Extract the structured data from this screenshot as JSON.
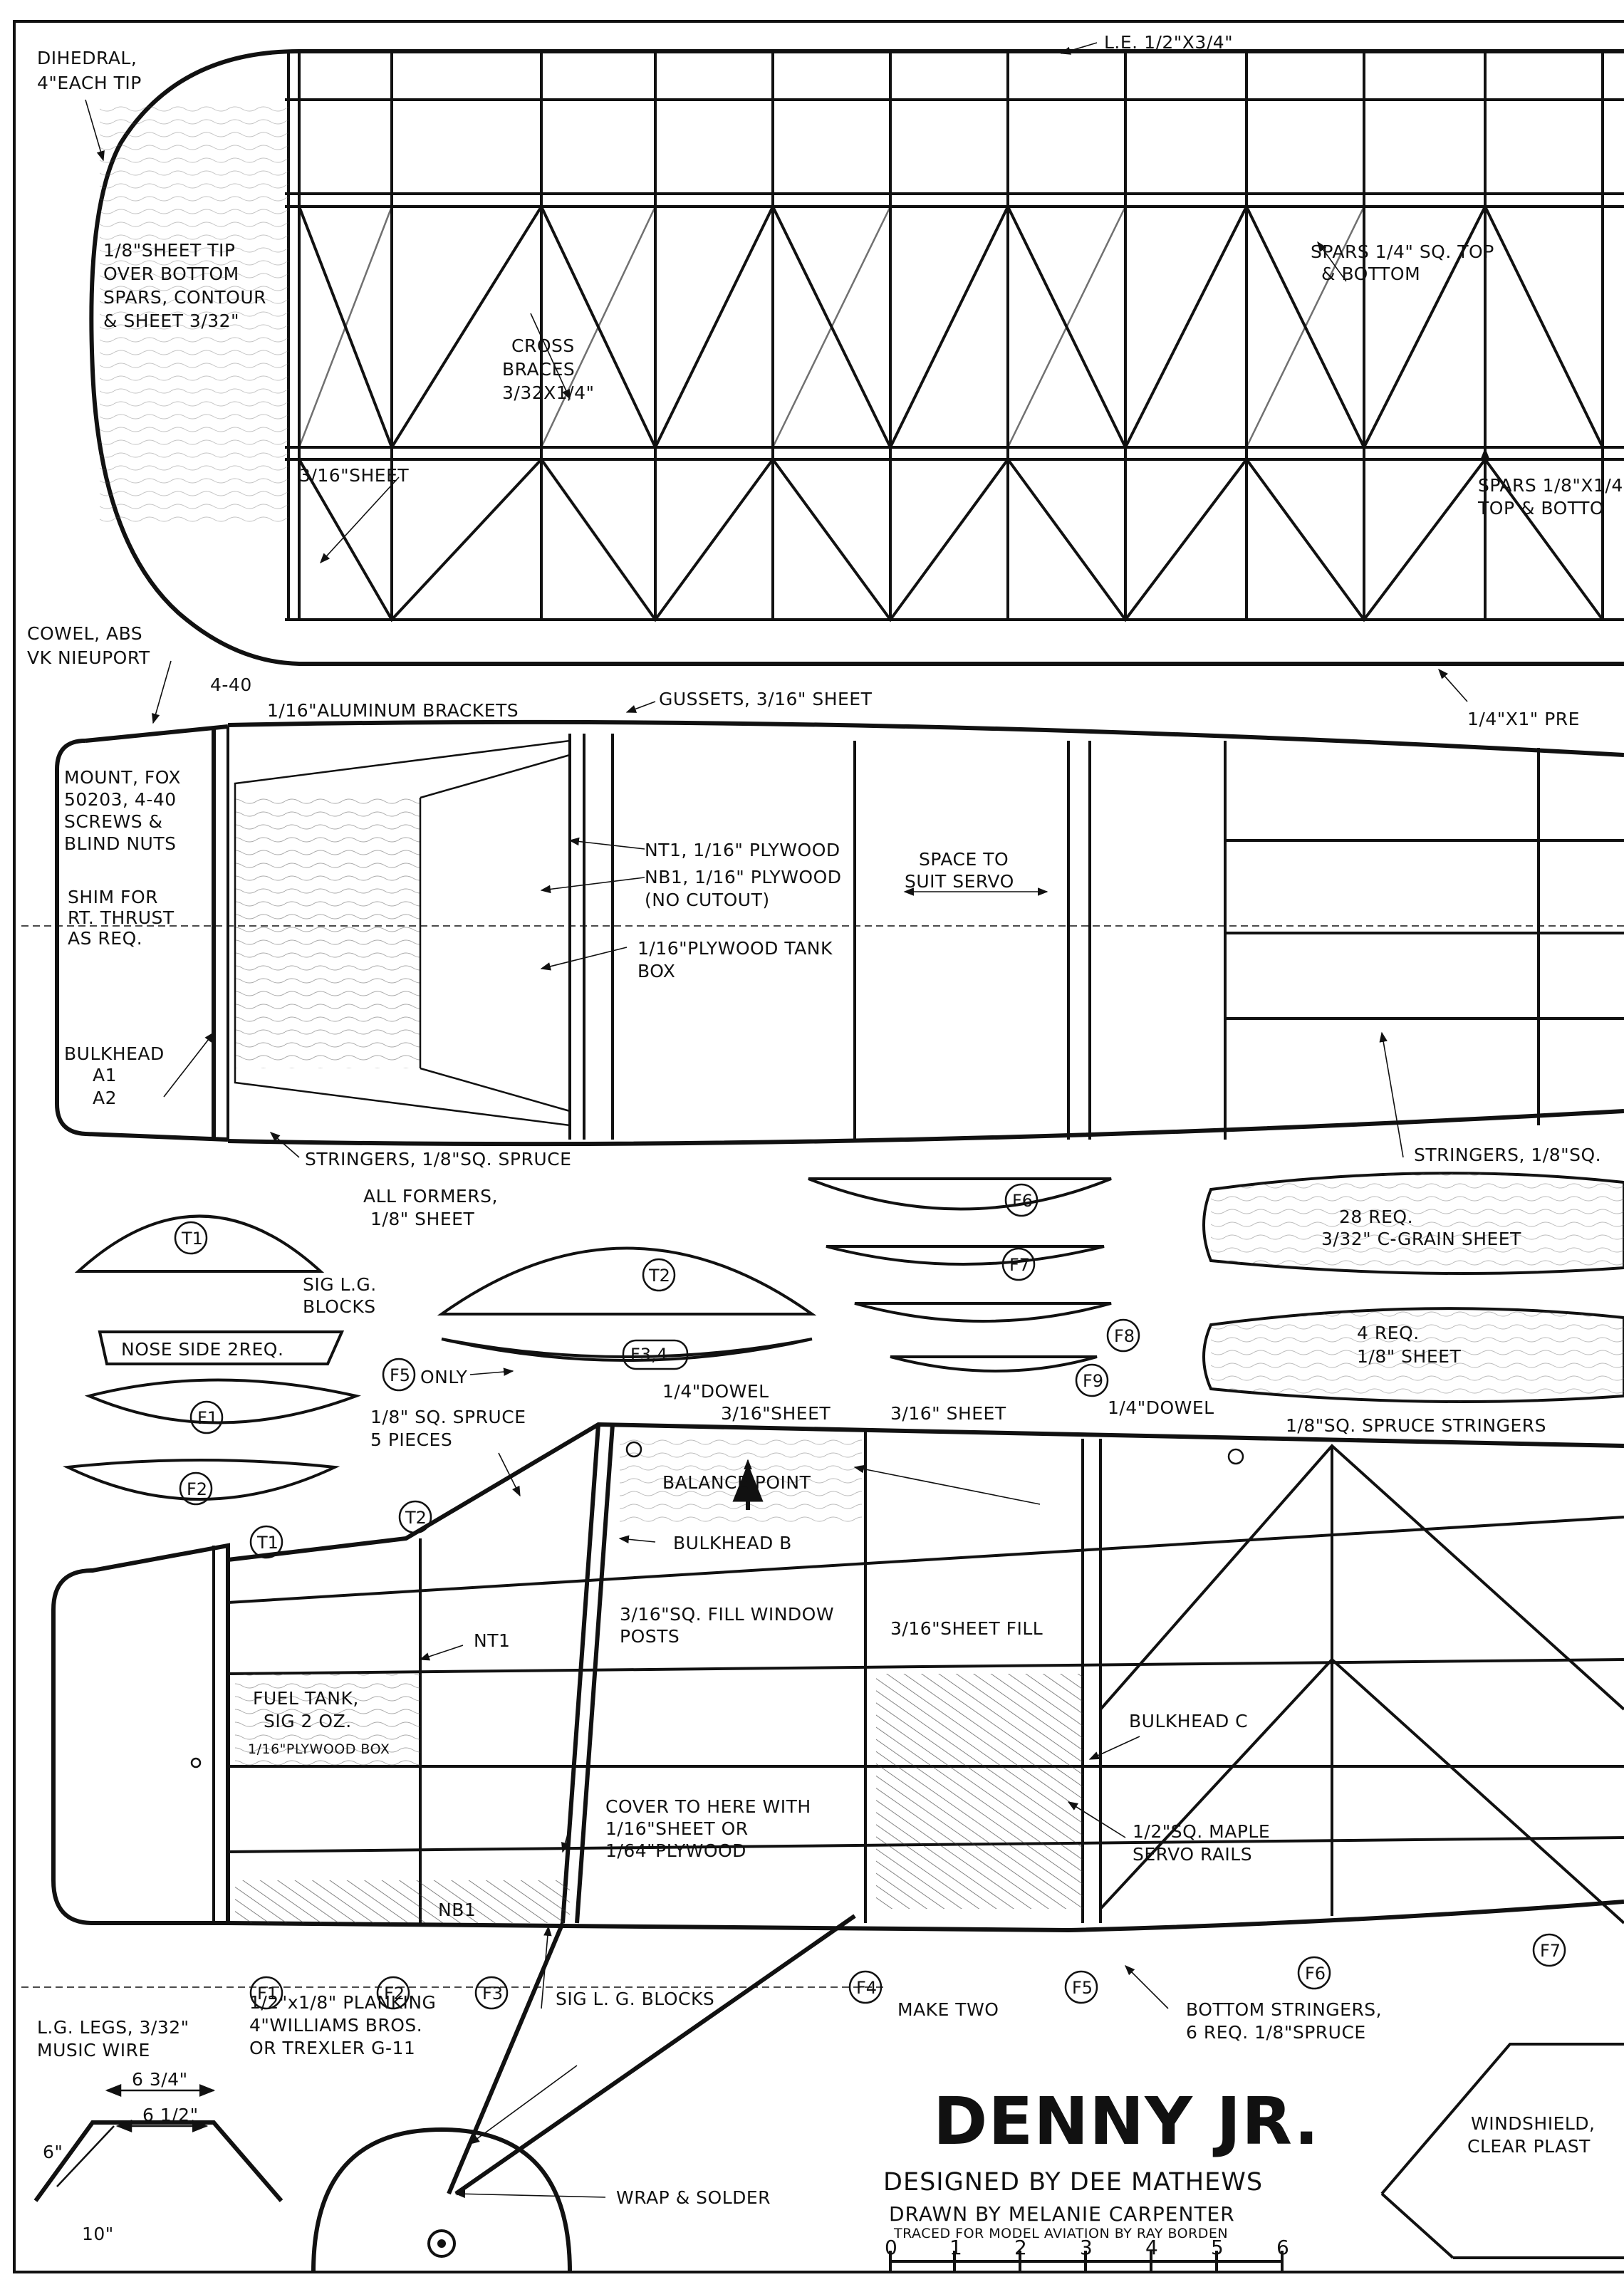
{
  "wing": {
    "dihedral": [
      "DIHEDRAL,",
      "4\"EACH TIP"
    ],
    "le": "L.E. 1/2\"X3/4\"",
    "tip": [
      "1/8\"SHEET TIP",
      "OVER BOTTOM",
      "SPARS, CONTOUR",
      "& SHEET 3/32\""
    ],
    "cross_braces": [
      "CROSS",
      "BRACES",
      "3/32X1/4\""
    ],
    "spars_top": [
      "SPARS 1/4\" SQ. TOP",
      "& BOTTOM"
    ],
    "sheet": "3/16\"SHEET",
    "spars_rear": [
      "SPARS 1/8\"X1/4",
      "TOP & BOTTO"
    ],
    "te": "1/4\"X1\" PRE"
  },
  "fuse_top": {
    "cowl": [
      "COWEL, ABS",
      "VK NIEUPORT"
    ],
    "bolt": "4-40",
    "brackets": "1/16\"ALUMINUM BRACKETS",
    "gussets": "GUSSETS, 3/16\" SHEET",
    "mount": [
      "MOUNT, FOX",
      "50203, 4-40",
      "SCREWS &",
      "BLIND NUTS"
    ],
    "shim": [
      "SHIM FOR",
      "RT. THRUST",
      "AS REQ."
    ],
    "nt1": "NT1, 1/16\" PLYWOOD",
    "nb1": [
      "NB1, 1/16\" PLYWOOD",
      "(NO CUTOUT)"
    ],
    "space": [
      "SPACE TO",
      "SUIT SERVO"
    ],
    "tank_box": [
      "1/16\"PLYWOOD TANK",
      "BOX"
    ],
    "bulkhead": [
      "BULKHEAD",
      "A1",
      "A2"
    ],
    "stringers": "STRINGERS, 1/8\"SQ. SPRUCE",
    "stringers_r": "STRINGERS, 1/8\"SQ."
  },
  "formers": {
    "all": [
      "ALL FORMERS,",
      "1/8\" SHEET"
    ],
    "sig": [
      "SIG L.G.",
      "BLOCKS"
    ],
    "nose_side": "NOSE SIDE 2REQ.",
    "f5only": "ONLY",
    "req28": [
      "28 REQ.",
      "3/32\" C-GRAIN SHEET"
    ],
    "req4": [
      "4 REQ.",
      "1/8\" SHEET"
    ],
    "tags": [
      "T1",
      "T2",
      "F1",
      "F2",
      "F3,4",
      "F5",
      "F6",
      "F7",
      "F8",
      "F9"
    ]
  },
  "fuse_side": {
    "spruce": [
      "1/8\" SQ. SPRUCE",
      "5 PIECES"
    ],
    "dowel1": "1/4\"DOWEL",
    "sheet1": "3/16\"SHEET",
    "sheet2": "3/16\" SHEET",
    "dowel2": "1/4\"DOWEL",
    "stringers": "1/8\"SQ. SPRUCE STRINGERS",
    "balance": "BALANCE POINT",
    "bulk_b": "BULKHEAD B",
    "window": [
      "3/16\"SQ. FILL WINDOW",
      "POSTS"
    ],
    "fill": "3/16\"SHEET FILL",
    "nt1": "NT1",
    "fuel": [
      "FUEL TANK,",
      "SIG 2 OZ.",
      "1/16\"PLYWOOD BOX"
    ],
    "bulk_c": "BULKHEAD C",
    "cover": [
      "COVER TO HERE WITH",
      "1/16\"SHEET OR",
      "1/64\"PLYWOOD"
    ],
    "maple": [
      "1/2\"SQ. MAPLE",
      "SERVO RAILS"
    ],
    "nb1": "NB1",
    "lg_blocks": "SIG L. G. BLOCKS",
    "make_two": "MAKE TWO",
    "bottom": [
      "BOTTOM STRINGERS,",
      "6 REQ. 1/8\"SPRUCE"
    ],
    "tags": [
      "T1",
      "T2",
      "F1",
      "F2",
      "F3",
      "F4",
      "F5",
      "F6",
      "F7"
    ]
  },
  "gear": {
    "legs": [
      "L.G. LEGS, 3/32\"",
      "MUSIC WIRE"
    ],
    "dim1": "6 3/4\"",
    "dim2": "6 1/2\"",
    "dim3": "6\"",
    "dim4": "10\"",
    "planking": [
      "1/2\"x1/8\" PLANKING",
      "4\"WILLIAMS BROS.",
      "OR TREXLER G-11"
    ],
    "wrap": "WRAP & SOLDER"
  },
  "windshield": [
    "WINDSHIELD,",
    "CLEAR PLAST"
  ],
  "title": {
    "name": "DENNY JR.",
    "designed": "DESIGNED BY DEE MATHEWS",
    "drawn": "DRAWN BY MELANIE CARPENTER",
    "traced": "TRACED FOR MODEL AVIATION BY RAY BORDEN",
    "scale": [
      "0",
      "1",
      "2",
      "3",
      "4",
      "5",
      "6"
    ]
  }
}
